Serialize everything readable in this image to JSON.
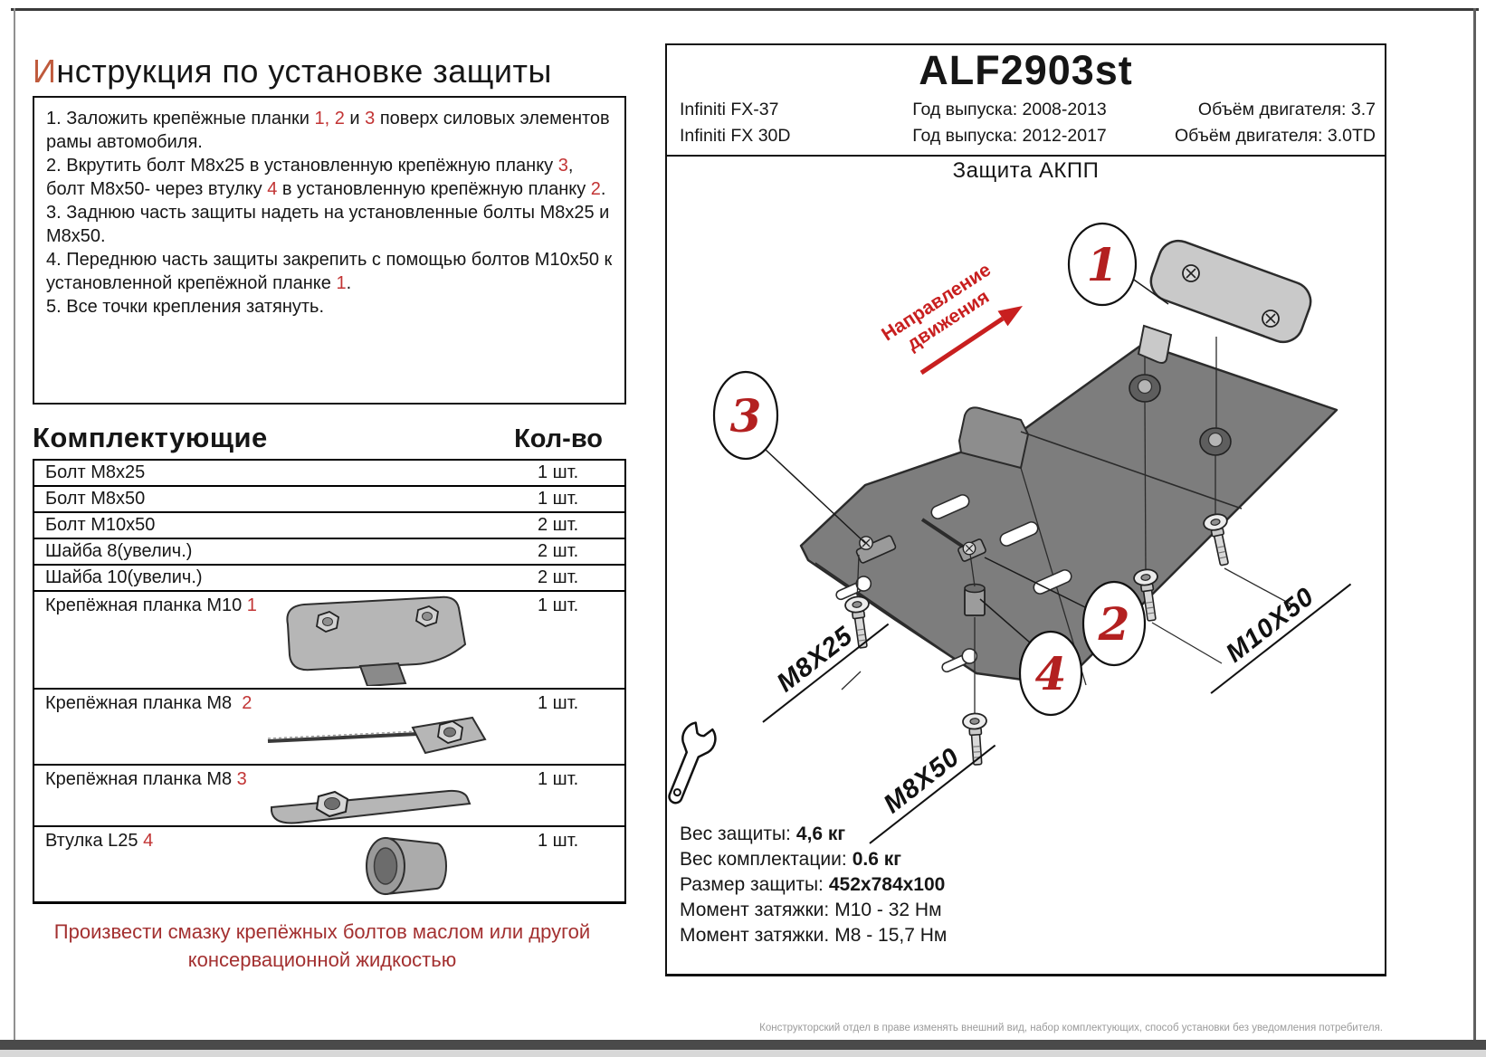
{
  "colors": {
    "accent_red": "#c23434",
    "title_initial_red": "#bf5a3c",
    "note_red": "#a33030",
    "callout_red": "#b32020",
    "arrow_red": "#c81f1f",
    "plate_gray": "#7d7d7d",
    "bracket_gray": "#c9c9c9"
  },
  "title": {
    "initial": "И",
    "rest": "нструкция по установке защиты"
  },
  "instructions": {
    "i1_pre": "1.  Заложить крепёжные планки ",
    "i1_r1": "1, 2",
    "i1_mid": " и ",
    "i1_r2": "3",
    "i1_post": " поверх силовых элементов рамы автомобиля.",
    "i2_pre": "2.  Вкрутить болт  М8х25 в установленную крепёжную планку ",
    "i2_r1": "3",
    "i2_mid1": ", болт М8х50- через втулку ",
    "i2_r2": "4",
    "i2_mid2": " в установленную крепёжную планку ",
    "i2_r3": "2",
    "i2_post": ".",
    "i3": "3.  Заднюю часть защиты надеть на установленные болты М8х25 и М8х50.",
    "i4_pre": "4.  Переднюю часть защиты закрепить с помощью болтов М10х50 к установленной крепёжной планке ",
    "i4_r1": "1",
    "i4_post": ".",
    "i5": "5.  Все точки крепления затянуть."
  },
  "parts": {
    "heading": "Комплектующие",
    "qty_heading": "Кол-во",
    "rows": [
      {
        "name": "Болт М8х25",
        "qty": "1 шт."
      },
      {
        "name": "Болт М8х50",
        "qty": "1 шт."
      },
      {
        "name": "Болт М10х50",
        "qty": "2 шт."
      },
      {
        "name": "Шайба 8(увелич.)",
        "qty": "2 шт."
      },
      {
        "name": "Шайба 10(увелич.)",
        "qty": "2 шт."
      },
      {
        "name": "Крепёжная планка М10",
        "ref": "1",
        "qty": "1 шт."
      },
      {
        "name": "Крепёжная планка М8",
        "ref": "2",
        "qty": "1 шт."
      },
      {
        "name": "Крепёжная планка М8",
        "ref": "3",
        "qty": "1 шт."
      },
      {
        "name": "Втулка L25",
        "ref": "4",
        "qty": "1 шт."
      }
    ]
  },
  "lubrication_note_line1": "Произвести смазку крепёжных болтов маслом или другой",
  "lubrication_note_line2": "консервационной жидкостью",
  "product": {
    "part_number": "ALF2903st",
    "vehicles": [
      {
        "model": "Infiniti FX-37",
        "years": "Год выпуска: 2008-2013",
        "engine": "Объём двигателя: 3.7"
      },
      {
        "model": "Infiniti FX 30D",
        "years": "Год выпуска: 2012-2017",
        "engine": "Объём двигателя: 3.0TD"
      }
    ]
  },
  "diagram": {
    "title": "Защита АКПП",
    "direction_line1": "Направление",
    "direction_line2": "движения",
    "callout_1": "1",
    "callout_2": "2",
    "callout_3": "3",
    "callout_4": "4",
    "label_m8x25": "M8X25",
    "label_m8x50": "M8X50",
    "label_m10x50": "M10X50"
  },
  "specs": {
    "weight_label": "Вес защиты:",
    "weight_value": "4,6 кг",
    "kit_weight_label": "Вес комплектации:",
    "kit_weight_value": "0.6 кг",
    "size_label": "Размер защиты:",
    "size_value": "452х784х100",
    "torque1_label": "Момент затяжки:",
    "torque1_value": "М10 - 32 Нм",
    "torque2_label": "Момент затяжки.",
    "torque2_value": "М8 - 15,7 Нм"
  },
  "footnote": "Конструкторский отдел в праве изменять внешний вид, набор комплектующих, способ установки без уведомления потребителя."
}
